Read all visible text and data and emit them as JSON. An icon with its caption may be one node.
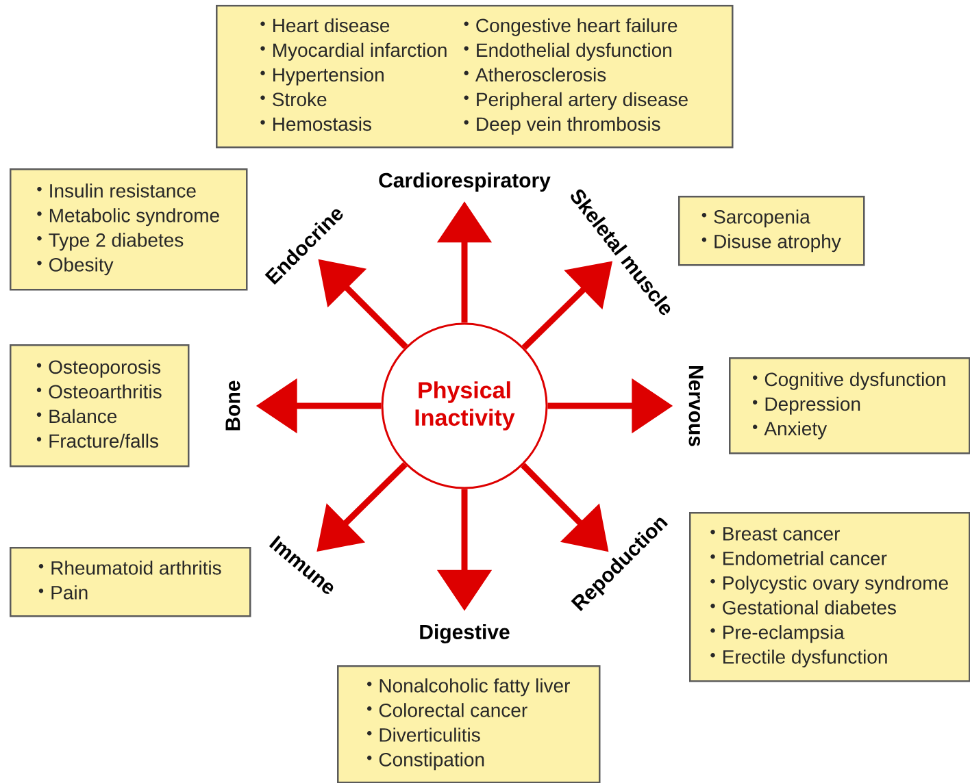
{
  "diagram": {
    "nodes": [
      {
        "text": [
          "Physical Inactivity"
        ]
      },
      {
        "text": [
          "Cardiorespiratory"
        ]
      },
      {
        "text": [
          "Skeletal muscle"
        ]
      },
      {
        "text": [
          "Nervous"
        ]
      },
      {
        "text": [
          "Repoduction"
        ]
      },
      {
        "text": [
          "Digestive"
        ]
      },
      {
        "text": [
          "Immune"
        ]
      },
      {
        "text": [
          "Bone"
        ]
      },
      {
        "text": [
          "Endocrine"
        ]
      },
      {
        "text": [
          "Heart disease",
          "Myocardial infarction",
          "Hypertension",
          "Stroke",
          "Hemostasis",
          "Congestive heart failure",
          "Endothelial dysfunction",
          "Atherosclerosis",
          "Peripheral artery disease",
          "Deep vein thrombosis"
        ]
      },
      {
        "text": [
          "Insulin resistance",
          "Metabolic syndrome",
          "Type 2 diabetes",
          "Obesity"
        ]
      },
      {
        "text": [
          "Sarcopenia",
          "Disuse atrophy"
        ]
      },
      {
        "text": [
          "Osteoporosis",
          "Osteoarthritis",
          "Balance",
          "Fracture/falls"
        ]
      },
      {
        "text": [
          "Cognitive dysfunction",
          "Depression",
          "Anxiety"
        ]
      },
      {
        "text": [
          "Rheumatoid arthritis",
          "Pain"
        ]
      },
      {
        "text": [
          "Breast cancer",
          "Endometrial cancer",
          "Polycystic ovary syndrome",
          "Gestational diabetes",
          "Pre-eclampsia",
          "Erectile dysfunction"
        ]
      },
      {
        "text": [
          "Nonalcoholic fatty liver",
          "Colorectal cancer",
          "Diverticulitis",
          "Constipation"
        ]
      }
    ],
    "edges": [
      {
        "from": 0,
        "to": 1,
        "arrow": "to"
      },
      {
        "from": 0,
        "to": 2,
        "arrow": "to"
      },
      {
        "from": 0,
        "to": 3,
        "arrow": "to"
      },
      {
        "from": 0,
        "to": 4,
        "arrow": "to"
      },
      {
        "from": 0,
        "to": 5,
        "arrow": "to"
      },
      {
        "from": 0,
        "to": 6,
        "arrow": "to"
      },
      {
        "from": 0,
        "to": 7,
        "arrow": "to"
      },
      {
        "from": 0,
        "to": 8,
        "arrow": "to"
      }
    ]
  }
}
